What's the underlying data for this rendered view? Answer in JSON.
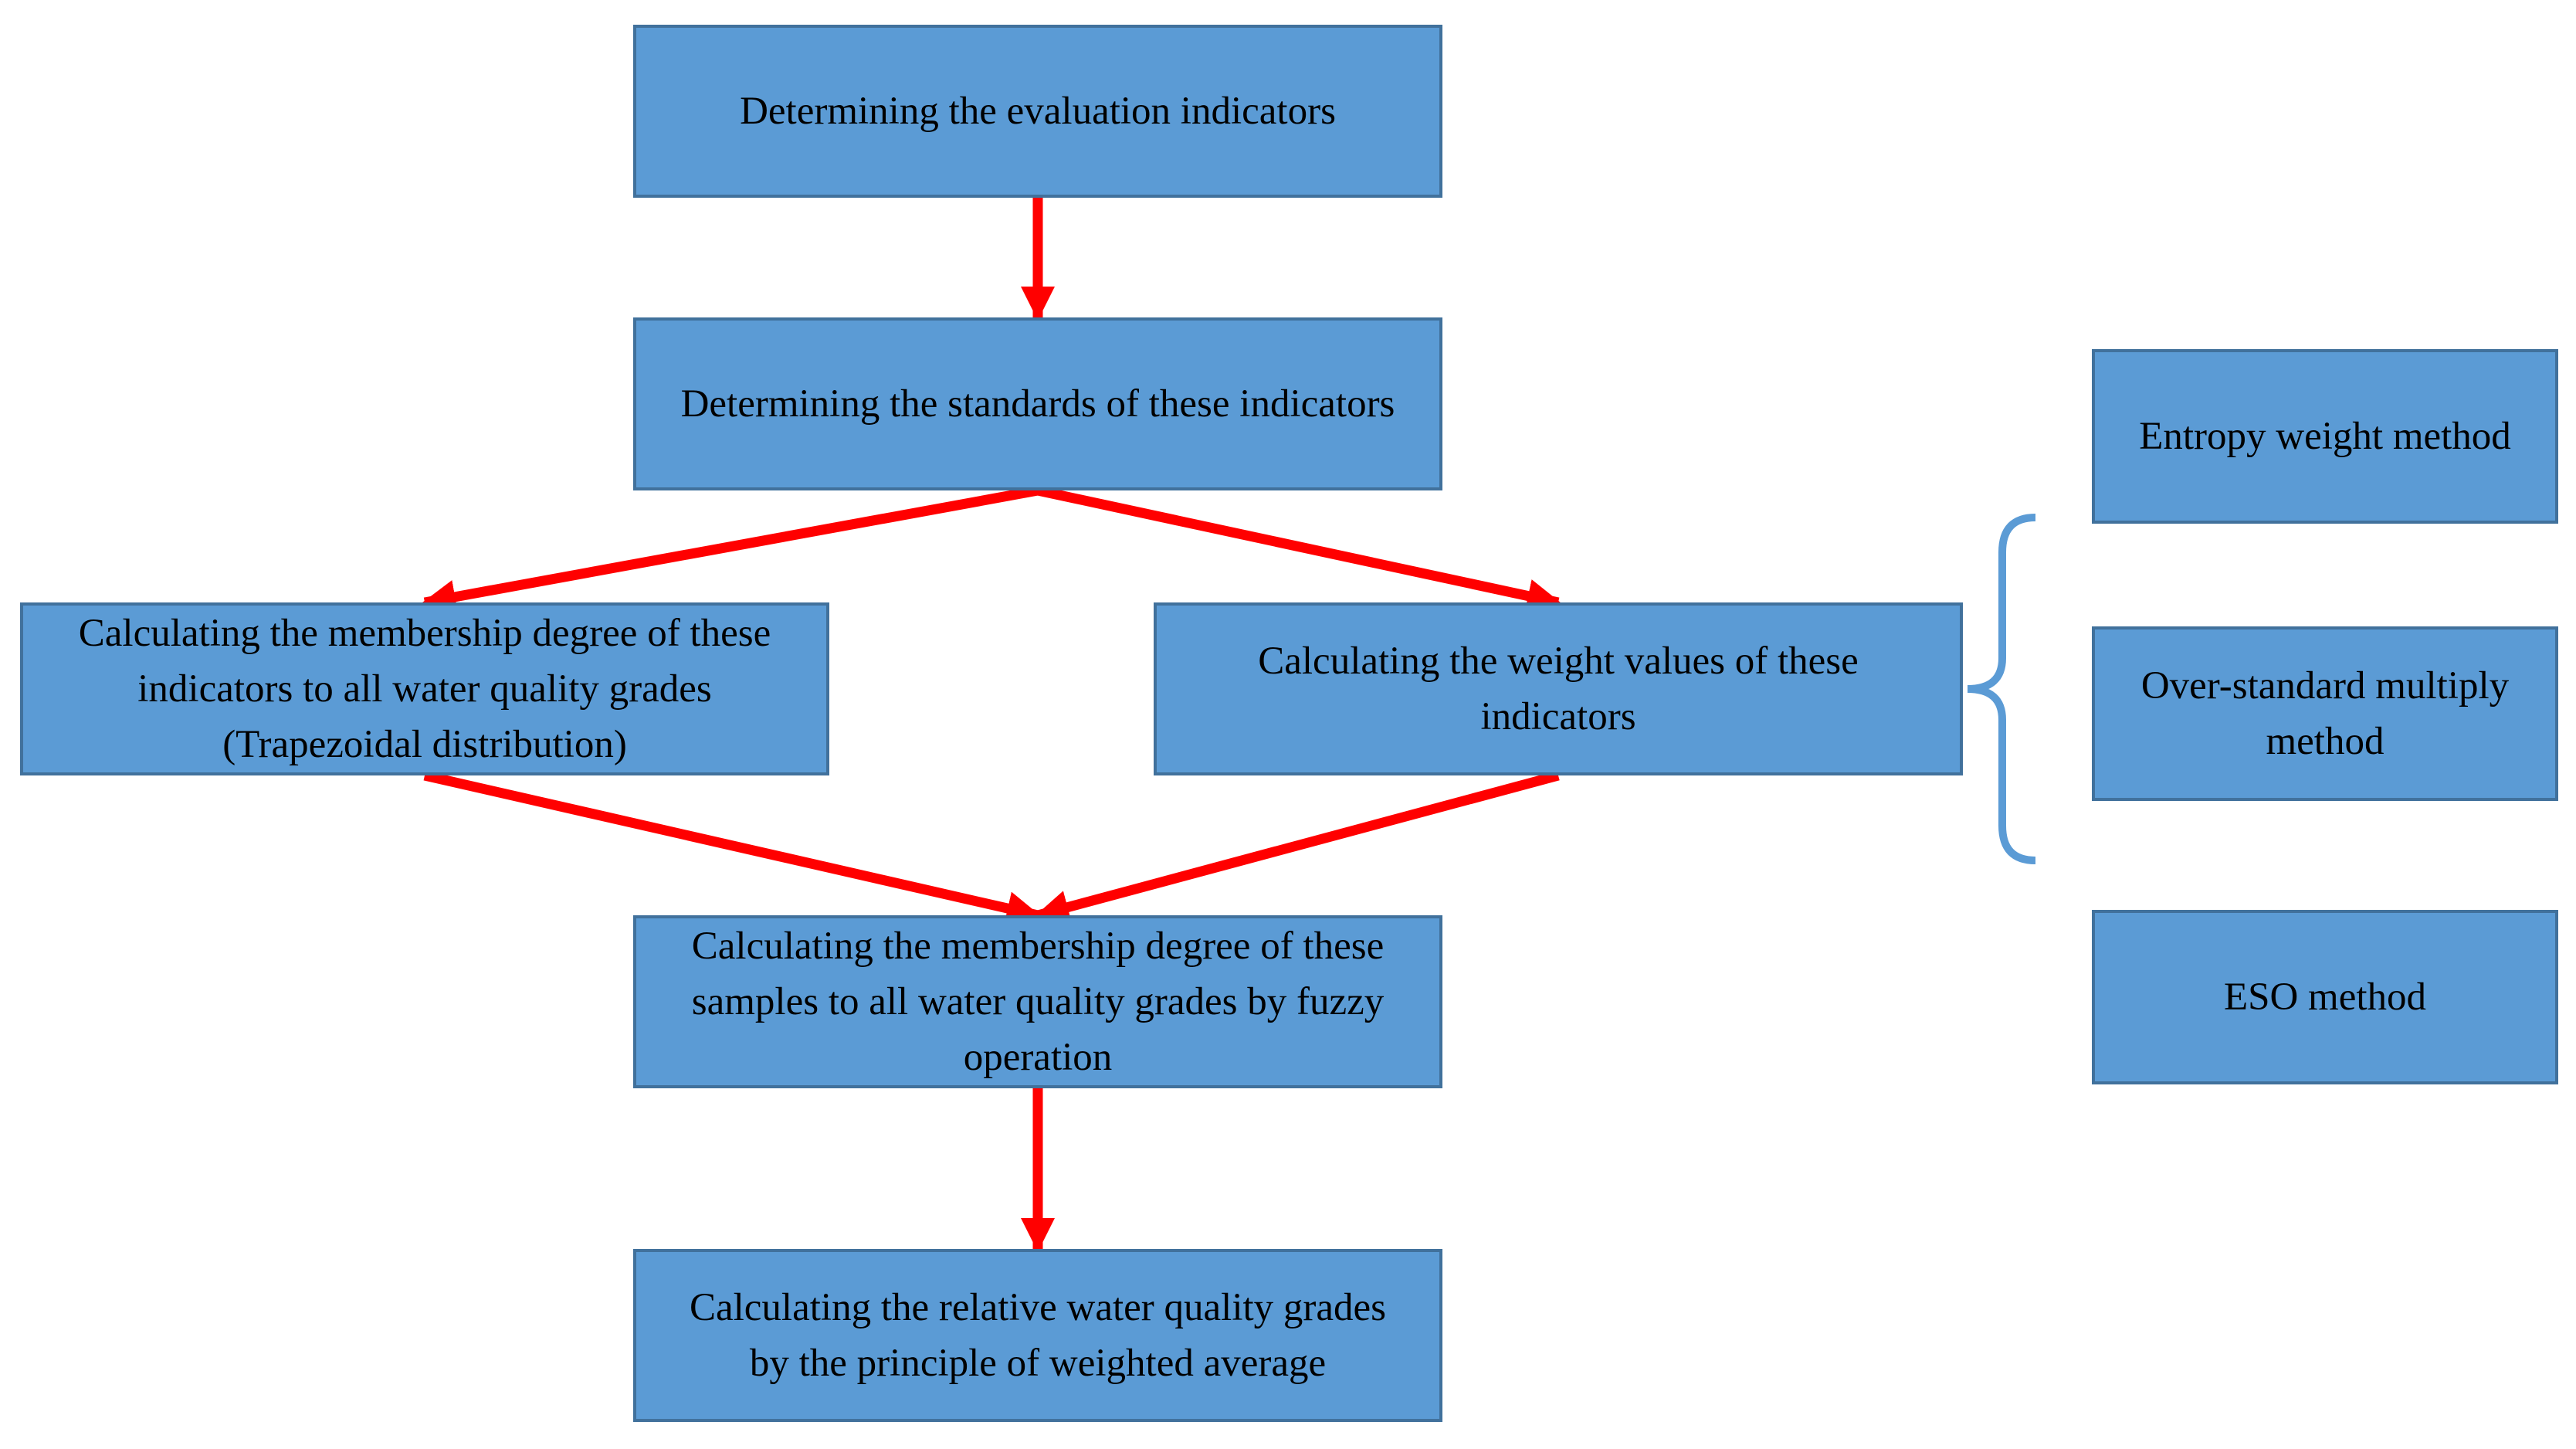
{
  "diagram": {
    "colors": {
      "box_fill": "#5b9bd5",
      "box_border": "#41719c",
      "arrow": "#ff0000",
      "brace": "#5b9bd5",
      "text": "#000000"
    },
    "nodes": {
      "evaluation_indicators": "Determining the evaluation indicators",
      "indicator_standards": "Determining the standards of these indicators",
      "membership_indicators": [
        "Calculating the membership degree of these",
        "indicators to all water quality grades",
        "(Trapezoidal distribution)"
      ],
      "weight_values": [
        "Calculating the weight values of these",
        "indicators"
      ],
      "membership_samples": [
        "Calculating the membership degree of these",
        "samples to all water quality grades by fuzzy",
        "operation"
      ],
      "relative_grades": [
        "Calculating the relative water quality grades",
        "by the principle of weighted average"
      ],
      "weighting_methods": [
        "Entropy weight method",
        [
          "Over-standard multiply",
          "method"
        ],
        "ESO method"
      ]
    },
    "edges": [
      [
        "evaluation_indicators",
        "indicator_standards"
      ],
      [
        "indicator_standards",
        "membership_indicators"
      ],
      [
        "indicator_standards",
        "weight_values"
      ],
      [
        "membership_indicators",
        "membership_samples"
      ],
      [
        "weight_values",
        "membership_samples"
      ],
      [
        "membership_samples",
        "relative_grades"
      ]
    ],
    "brace": [
      "weight_values",
      "weighting_methods"
    ]
  }
}
